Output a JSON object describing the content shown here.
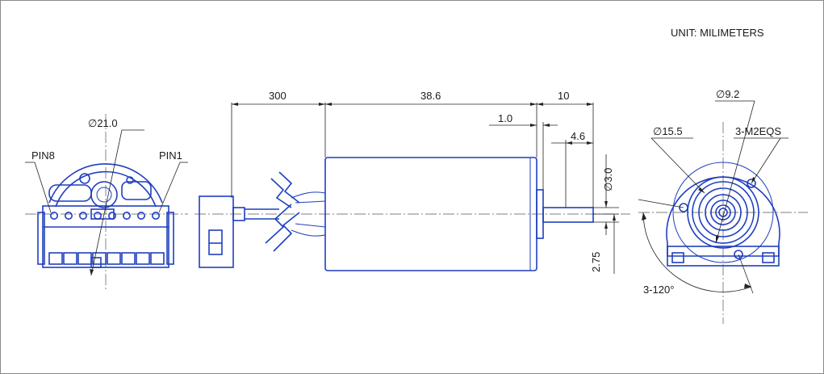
{
  "unit_label": "UNIT: MILIMETERS",
  "left_view": {
    "diameter_label": "∅21.0",
    "pin_left_label": "PIN8",
    "pin_right_label": "PIN1"
  },
  "side_view": {
    "lead_length": "300",
    "body_length": "38.6",
    "shaft_length": "10",
    "flange_thickness": "1.0",
    "shaft_flat": "4.6",
    "shaft_diameter": "∅3.0",
    "shaft_offset": "2.75"
  },
  "front_view": {
    "boss_diameter": "∅9.2",
    "bolt_circle_diameter": "∅15.5",
    "screw_spec": "3-M2EQS",
    "screw_angle": "3-120°"
  },
  "colors": {
    "outline": "#1f3fbf",
    "dimension": "#222222",
    "fill": "#dfe6f8"
  }
}
